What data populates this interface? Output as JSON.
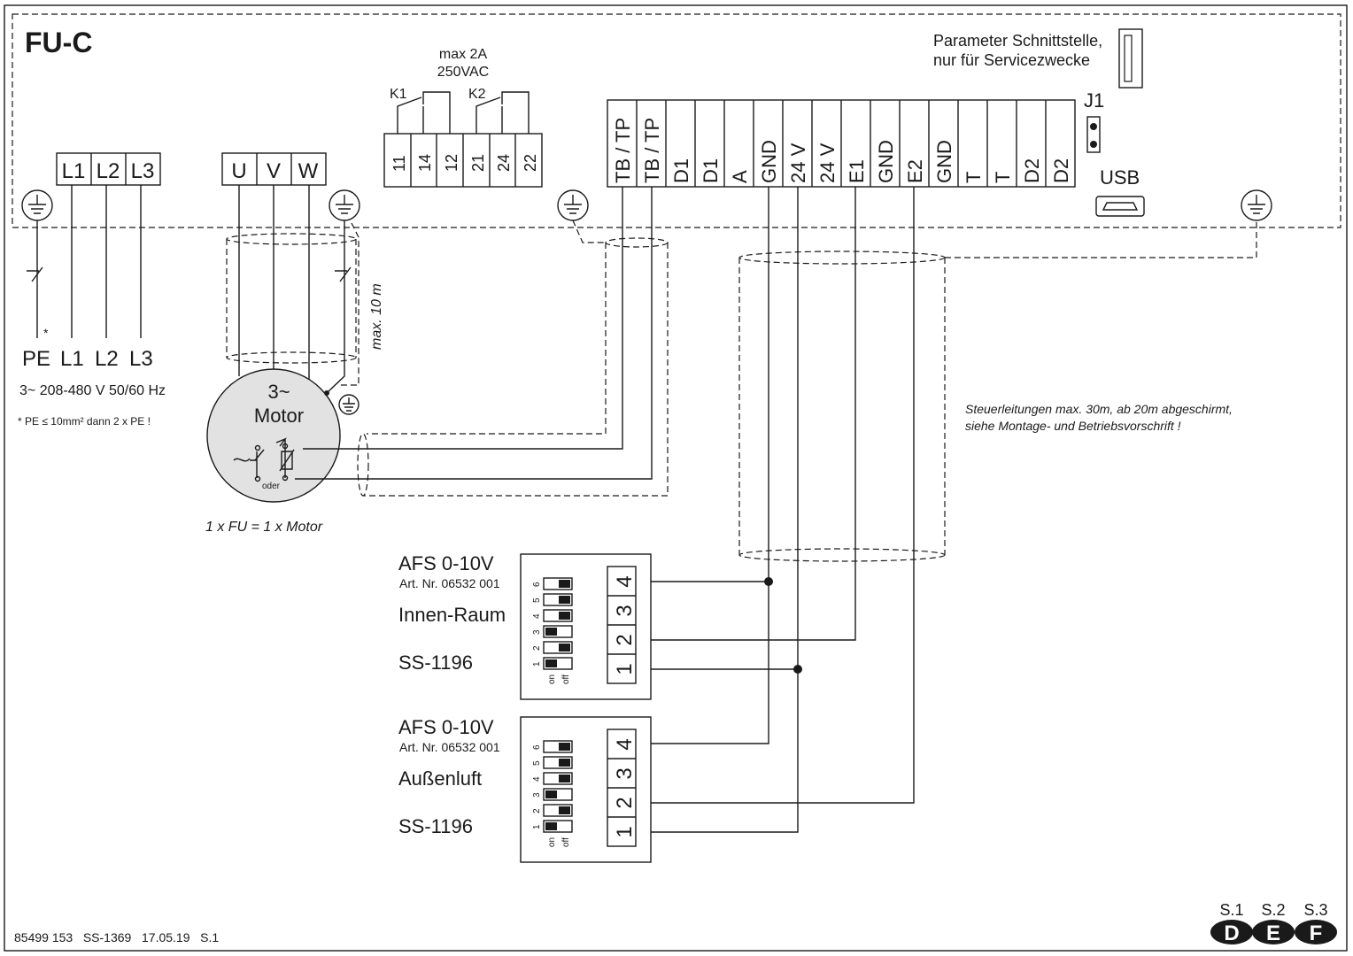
{
  "unit_title": "FU-C",
  "service_port": {
    "line1": "Parameter Schnittstelle,",
    "line2": "nur für Servicezwecke"
  },
  "relay": {
    "rating1": "max 2A",
    "rating2": "250VAC",
    "k1": "K1",
    "k2": "K2",
    "pins": [
      "11",
      "14",
      "12",
      "21",
      "24",
      "22"
    ]
  },
  "jumper_label": "J1",
  "usb_label": "USB",
  "supply_block": [
    "L1",
    "L2",
    "L3"
  ],
  "motor_block": [
    "U",
    "V",
    "W"
  ],
  "control_terminals": [
    "TB / TP",
    "TB / TP",
    "D1",
    "D1",
    "A",
    "GND",
    "24 V",
    "24 V",
    "E1",
    "GND",
    "E2",
    "GND",
    "T",
    "T",
    "D2",
    "D2"
  ],
  "mains": {
    "labels": [
      "PE",
      "L1",
      "L2",
      "L3"
    ],
    "star": "*",
    "spec": "3~ 208-480 V 50/60 Hz",
    "note": "*  PE ≤ 10mm² dann 2 x PE !"
  },
  "motor": {
    "line1": "3~",
    "line2": "Motor",
    "oder": "oder",
    "max_length": "max. 10 m",
    "ratio": "1 x FU = 1 x Motor"
  },
  "control_note": {
    "line1": "Steuerleitungen max. 30m, ab 20m abgeschirmt,",
    "line2": "siehe Montage- und Betriebsvorschrift !"
  },
  "sensors": [
    {
      "title": "AFS 0-10V",
      "art": "Art. Nr. 06532 001",
      "location": "Innen-Raum",
      "code": "SS-1196",
      "terminals": [
        "4",
        "3",
        "2",
        "1"
      ],
      "dip_numbers": [
        "6",
        "5",
        "4",
        "3",
        "2",
        "1"
      ],
      "on": "on",
      "off": "off"
    },
    {
      "title": "AFS 0-10V",
      "art": "Art. Nr. 06532 001",
      "location": "Außenluft",
      "code": "SS-1196",
      "terminals": [
        "4",
        "3",
        "2",
        "1"
      ],
      "dip_numbers": [
        "6",
        "5",
        "4",
        "3",
        "2",
        "1"
      ],
      "on": "on",
      "off": "off"
    }
  ],
  "footer": {
    "docinfo": "85499 153   SS-1369   17.05.19   S.1",
    "pages": [
      {
        "num": "S.1",
        "lang": "D"
      },
      {
        "num": "S.2",
        "lang": "E"
      },
      {
        "num": "S.3",
        "lang": "F"
      }
    ]
  }
}
